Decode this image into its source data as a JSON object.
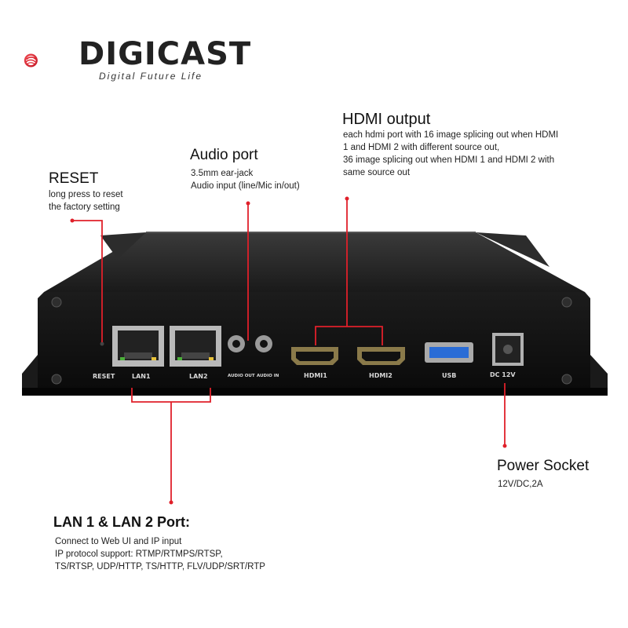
{
  "brand": {
    "name": "DIGICAST",
    "tagline": "Digital Future Life"
  },
  "callouts": {
    "hdmi": {
      "title": "HDMI output",
      "lines": [
        "each hdmi port with 16 image splicing out when HDMI",
        "1 and HDMI 2 with different source out,",
        "36 image splicing out when HDMI 1 and HDMI 2 with",
        "same source out"
      ]
    },
    "audio": {
      "title": "Audio port",
      "lines": [
        "3.5mm ear-jack",
        "Audio input (line/Mic in/out)"
      ]
    },
    "reset": {
      "title": "RESET",
      "lines": [
        "long press to reset",
        "the factory setting"
      ]
    },
    "power": {
      "title": "Power Socket",
      "lines": [
        "12V/DC,2A"
      ]
    },
    "lan": {
      "title": "LAN 1 & LAN 2 Port:",
      "lines": [
        "Connect to Web UI and IP input",
        "IP protocol support: RTMP/RTMPS/RTSP,",
        "TS/RTSP, UDP/HTTP, TS/HTTP, FLV/UDP/SRT/RTP"
      ]
    }
  },
  "port_labels": {
    "reset": "RESET",
    "lan1": "LAN1",
    "lan2": "LAN2",
    "audio_out": "AUDIO OUT",
    "audio_in": "AUDIO IN",
    "hdmi1": "HDMI1",
    "hdmi2": "HDMI2",
    "usb": "USB",
    "dc": "DC 12V"
  },
  "colors": {
    "accent": "#e0202a",
    "device_body": "#141414",
    "usb_blue": "#2a6cd6",
    "led_green": "#4caf3a",
    "led_yellow": "#e8c23a"
  },
  "icons": {
    "logo": "digicast-swirl-logo"
  }
}
